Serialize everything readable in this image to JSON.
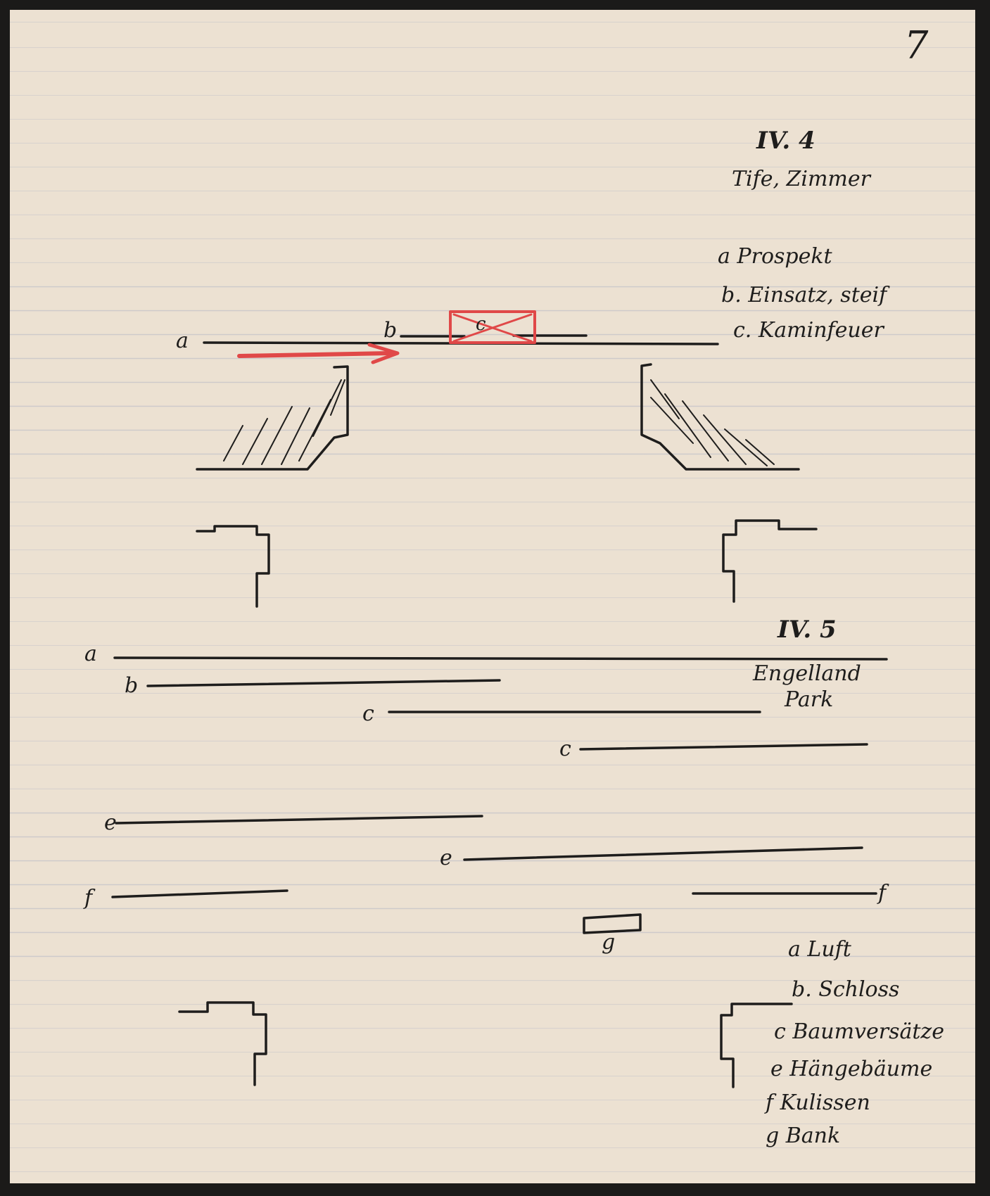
{
  "page": {
    "page_number": "7"
  },
  "scene_iv4": {
    "heading": "IV. 4",
    "subtitle": "Tife, Zimmer",
    "legend": [
      "a Prospekt",
      "b. Einsatz, steif",
      "c. Kaminfeuer"
    ],
    "labels": {
      "a": "a",
      "b": "b",
      "c": "c"
    },
    "colors": {
      "ink": "#1e1d1c",
      "red_pencil": "#e04848"
    }
  },
  "scene_iv5": {
    "heading": "IV. 5",
    "subtitle_line1": "Engelland",
    "subtitle_line2": "Park",
    "legend": [
      "a Luft",
      "b. Schloss",
      "c Baumversätze",
      "e Hängebäume",
      "f Kulissen",
      "g Bank"
    ],
    "labels": {
      "a": "a",
      "b": "b",
      "c1": "c",
      "c2": "c",
      "e1": "e",
      "e2": "e",
      "f1": "f",
      "f2": "f",
      "g": "g"
    }
  }
}
